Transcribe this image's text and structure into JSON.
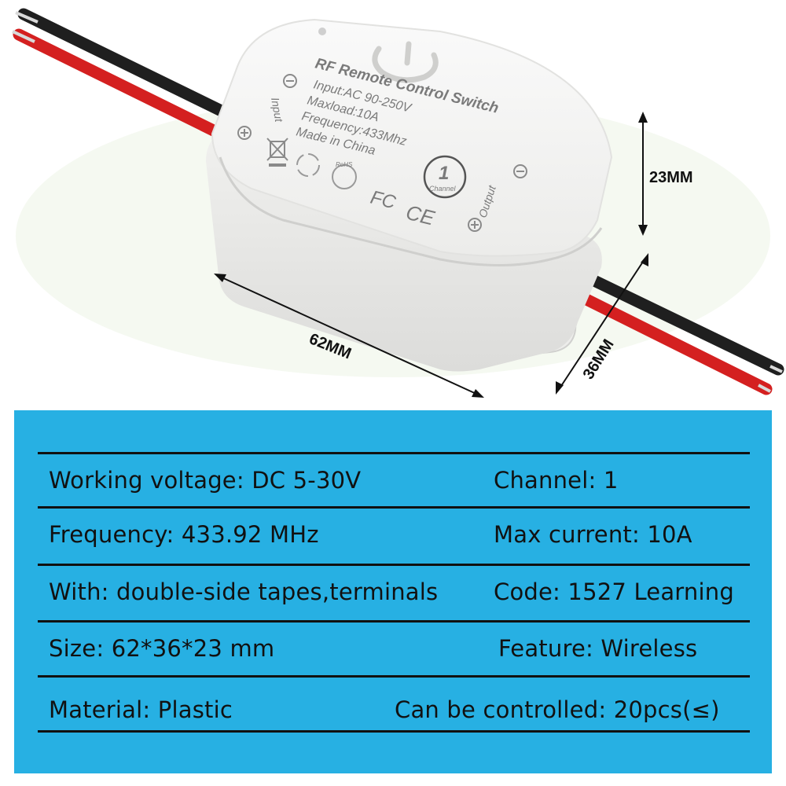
{
  "product": {
    "case": {
      "title": "RF Remote Control Switch",
      "input_line": "Input:AC 90-250V",
      "maxload_line": "Maxload:10A",
      "frequency_line": "Frequency:433Mhz",
      "origin_line": "Made in China",
      "input_terminal_label": "Input",
      "output_terminal_label": "Output",
      "channel_badge_number": "1",
      "channel_badge_word": "Channel",
      "rohs_mark": "RoHS",
      "fcc_mark": "FC",
      "ce_mark": "CE"
    },
    "dimensions": {
      "length": "62MM",
      "width": "36MM",
      "height": "23MM"
    },
    "colors": {
      "wire_red": "#d42020",
      "wire_black": "#1f1f1f",
      "case": "#f4f4f2"
    }
  },
  "specs": {
    "panel_color": "#27b0e3",
    "rows": [
      {
        "left": "Working voltage: DC 5-30V",
        "right": "Channel: 1"
      },
      {
        "left": "Frequency: 433.92 MHz",
        "right": "Max current: 10A"
      },
      {
        "left": "With: double-side tapes,terminals",
        "right": "Code: 1527 Learning"
      },
      {
        "left": "Size: 62*36*23 mm",
        "right": "Feature: Wireless"
      },
      {
        "left": "Material: Plastic",
        "right": "Can be controlled: 20pcs(≤)"
      }
    ]
  }
}
